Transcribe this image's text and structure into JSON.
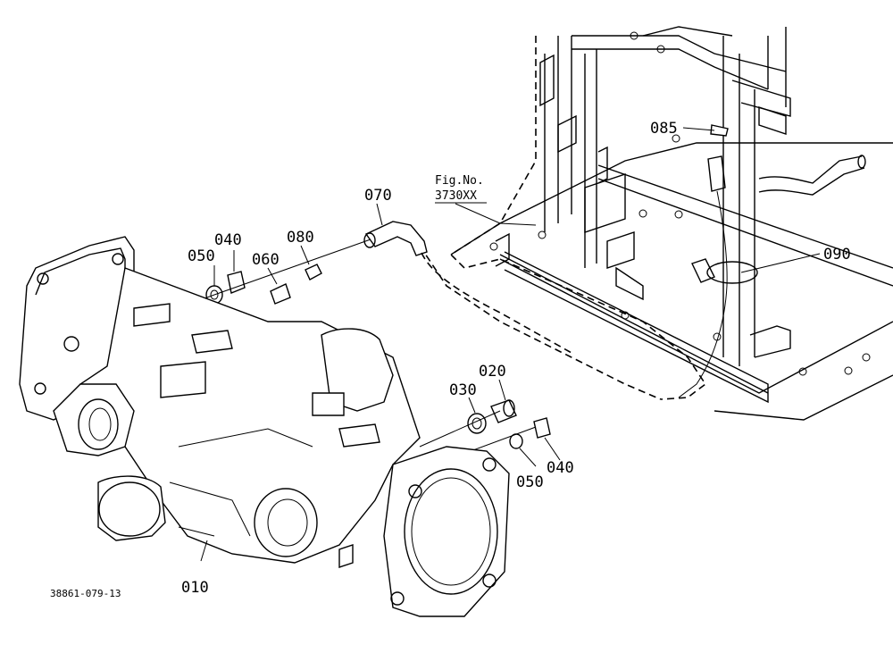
{
  "callouts": {
    "c010": "010",
    "c020": "020",
    "c030": "030",
    "c040a": "040",
    "c040b": "040",
    "c050a": "050",
    "c050b": "050",
    "c060": "060",
    "c070": "070",
    "c080": "080",
    "c085": "085",
    "c090": "090"
  },
  "fig_ref": {
    "line1": "Fig.No.",
    "line2": "3730XX"
  },
  "doc_id": "38861-079-13"
}
